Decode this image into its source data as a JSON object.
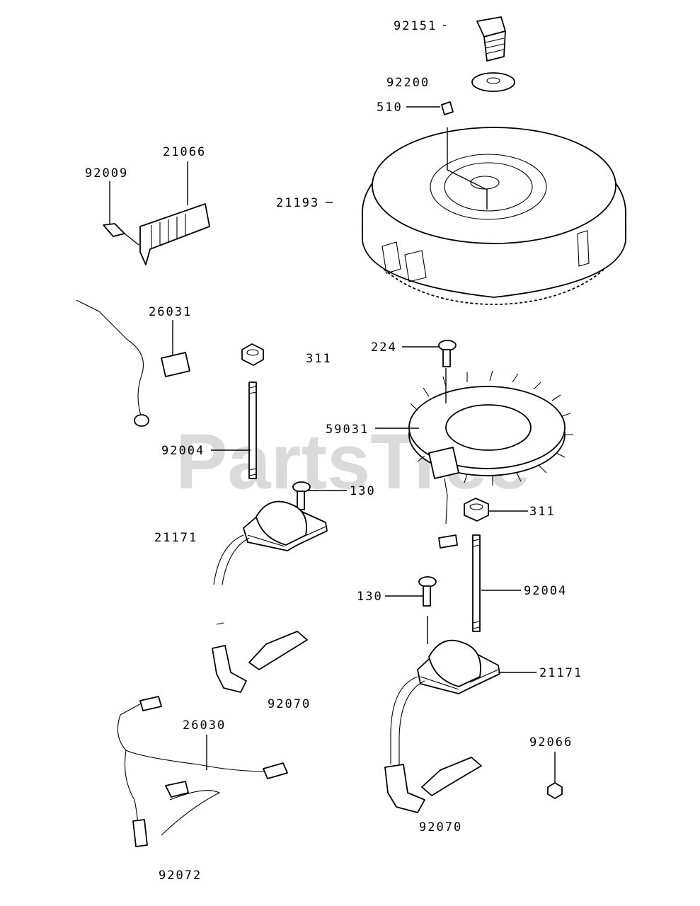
{
  "watermark": {
    "text": "PartsTree",
    "tm": "TM"
  },
  "part_numbers": {
    "p92151": "92151",
    "p92200": "92200",
    "p510": "510",
    "p21066": "21066",
    "p92009": "92009",
    "p21193": "21193",
    "p26031": "26031",
    "p224": "224",
    "p311_top": "311",
    "p59031": "59031",
    "p92004_left": "92004",
    "p130_left": "130",
    "p311_right": "311",
    "p21171_left": "21171",
    "p130_right": "130",
    "p92004_right": "92004",
    "p21171_right": "21171",
    "p92070_left": "92070",
    "p26030": "26030",
    "p92066": "92066",
    "p92070_right": "92070",
    "p92072": "92072"
  }
}
